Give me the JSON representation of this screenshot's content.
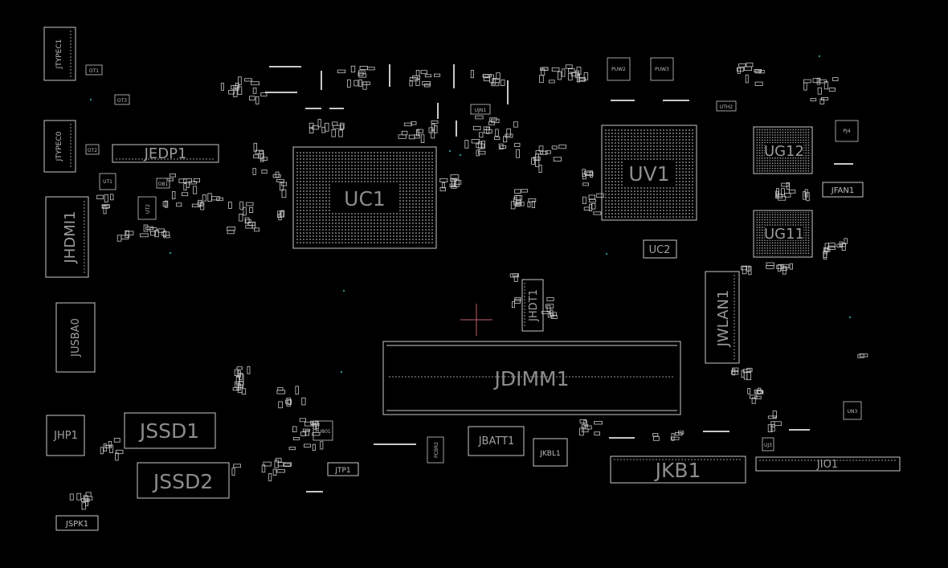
{
  "colors": {
    "background": "#000000",
    "outline": "#c8c8c8",
    "label": "#8c8c8c",
    "cursor": "#c06070",
    "via": "#2f8f8f"
  },
  "components": {
    "uc1": "UC1",
    "uv1": "UV1",
    "jdimm1": "JDIMM1",
    "jkb1": "JKB1",
    "jssd1": "JSSD1",
    "jssd2": "JSSD2",
    "jedp1": "JEDP1",
    "jhdmi1": "JHDMI1",
    "jwlan1": "JWLAN1",
    "jusba0": "JUSBA0",
    "jtypec1": "JTYPEC1",
    "jtypec0": "JTYPEC0",
    "ug12": "UG12",
    "ug11": "UG11",
    "uc2": "UC2",
    "jfan1": "JFAN1",
    "jhdt1": "JHDT1",
    "jbatt1": "JBATT1",
    "jkbl1": "JKBL1",
    "jio1": "JIO1",
    "jhp1": "JHP1",
    "jspk1": "JSPK1",
    "jtp1": "JTP1",
    "ut1": "UT1",
    "ut2": "UT2",
    "pu801": "PU801",
    "un3": "UN3",
    "uj3": "UJ3",
    "pj4": "PJ4",
    "puw2": "PUW2",
    "puw3": "PUW3",
    "uth2": "UTH2",
    "ujn1": "UJN1",
    "ot1": "OT1",
    "ot2": "OT2",
    "ot3": "OT3",
    "pcbr2": "PCBR2",
    "ob1": "OB1"
  }
}
